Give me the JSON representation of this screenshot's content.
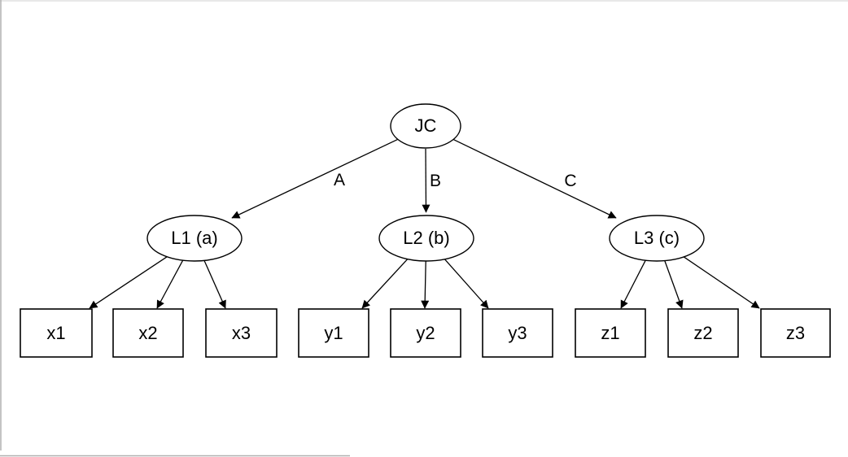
{
  "diagram": {
    "root": {
      "label": "JC"
    },
    "edges": [
      {
        "label": "A"
      },
      {
        "label": "B"
      },
      {
        "label": "C"
      }
    ],
    "latents": [
      {
        "label": "L1 (a)"
      },
      {
        "label": "L2 (b)"
      },
      {
        "label": "L3 (c)"
      }
    ],
    "observed": [
      {
        "label": "x1"
      },
      {
        "label": "x2"
      },
      {
        "label": "x3"
      },
      {
        "label": "y1"
      },
      {
        "label": "y2"
      },
      {
        "label": "y3"
      },
      {
        "label": "z1"
      },
      {
        "label": "z2"
      },
      {
        "label": "z3"
      }
    ],
    "colors": {
      "node_stroke": "#000000",
      "node_fill": "#ffffff",
      "text": "#000000",
      "background": "#ffffff",
      "frame_line": "#b0b0b0"
    }
  }
}
